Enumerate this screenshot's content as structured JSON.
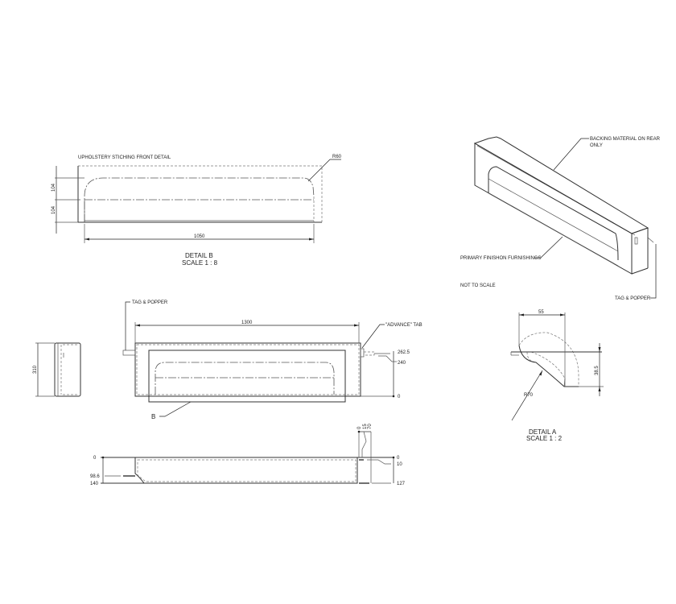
{
  "detail_b": {
    "heading": "UPHOLSTERY STICHING FRONT DETAIL",
    "radius_callout": "R60",
    "dim_width": "1050",
    "dim_height_upper": "104",
    "dim_height_lower": "104",
    "title": "DETAIL B",
    "scale": "SCALE 1 : 8"
  },
  "isometric": {
    "callout_backing": "BACKING MATERIAL ON REAR",
    "callout_backing_line2": "ONLY",
    "callout_primary": "PRIMARY FINISHON FURNISHINGS",
    "callout_tag": "TAG & POPPER",
    "note": "NOT TO SCALE"
  },
  "side_view": {
    "dim_height": "310"
  },
  "front_view": {
    "callout_tag": "TAG & POPPER",
    "callout_advance": "\"ADVANCE\" TAB",
    "dim_width": "1300",
    "ord_top": "262.5",
    "ord_mid": "240",
    "ord_zero": "0",
    "detail_ref": "B"
  },
  "top_view": {
    "left_ord_0": "0",
    "left_ord_1": "98.6",
    "left_ord_2": "140",
    "right_ord_0": "0",
    "right_ord_1": "10",
    "right_ord_2": "127",
    "top_ord_0": "0",
    "top_ord_1": "15",
    "top_ord_2": "70"
  },
  "detail_a": {
    "dim_width": "55",
    "dim_height": "38.5",
    "radius_callout": "R70",
    "title": "DETAIL A",
    "scale": "SCALE 1 : 2"
  }
}
